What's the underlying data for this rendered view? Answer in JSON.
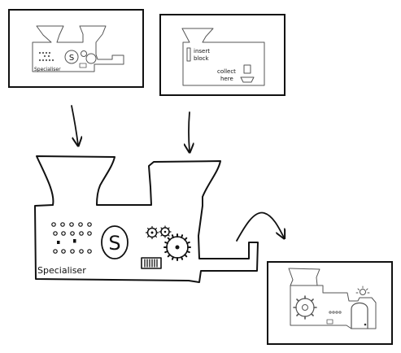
{
  "main_machine": {
    "label": "Specialiser",
    "emblem_letter": "S"
  },
  "source_panel": {
    "label": "Specialiser",
    "emblem_letter": "S"
  },
  "instruction_panel": {
    "insert_text_line1": "insert",
    "insert_text_line2": "block",
    "collect_text_line1": "collect",
    "collect_text_line2": "here"
  }
}
